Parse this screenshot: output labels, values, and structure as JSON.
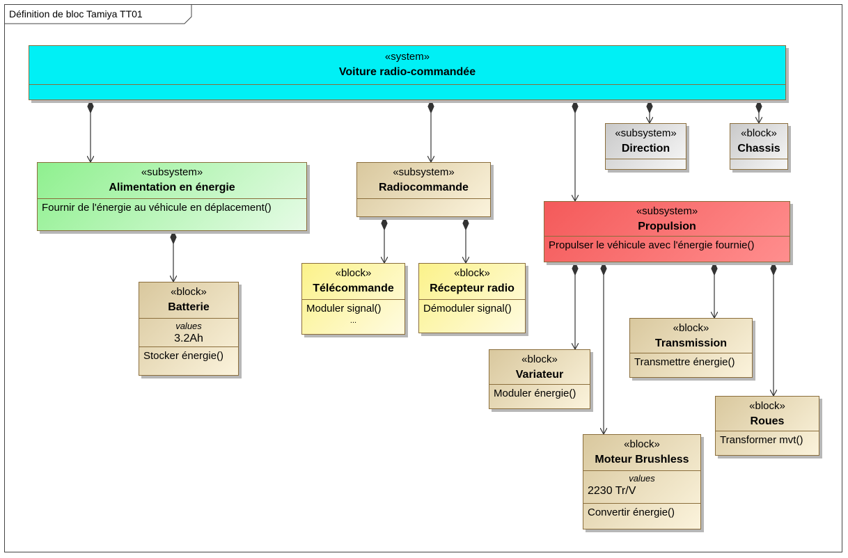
{
  "frame": {
    "title": "Définition de bloc Tamiya TT01"
  },
  "blocks": {
    "voiture": {
      "stereotype": "«system»",
      "name": "Voiture radio-commandée"
    },
    "alimentation": {
      "stereotype": "«subsystem»",
      "name": "Alimentation en énergie",
      "operation": "Fournir de l'énergie au véhicule en déplacement()"
    },
    "radiocommande": {
      "stereotype": "«subsystem»",
      "name": "Radiocommande"
    },
    "direction": {
      "stereotype": "«subsystem»",
      "name": "Direction"
    },
    "chassis": {
      "stereotype": "«block»",
      "name": "Chassis"
    },
    "propulsion": {
      "stereotype": "«subsystem»",
      "name": "Propulsion",
      "operation": "Propulser le véhicule avec l'énergie fournie()"
    },
    "batterie": {
      "stereotype": "«block»",
      "name": "Batterie",
      "values_label": "values",
      "value": "3.2Ah",
      "operation": "Stocker énergie()"
    },
    "telecommande": {
      "stereotype": "«block»",
      "name": "Télécommande",
      "operation": "Moduler signal()",
      "more": "..."
    },
    "recepteur": {
      "stereotype": "«block»",
      "name": "Récepteur radio",
      "operation": "Démoduler signal()"
    },
    "transmission": {
      "stereotype": "«block»",
      "name": "Transmission",
      "operation": "Transmettre énergie()"
    },
    "variateur": {
      "stereotype": "«block»",
      "name": "Variateur",
      "operation": "Moduler énergie()"
    },
    "roues": {
      "stereotype": "«block»",
      "name": "Roues",
      "operation": "Transformer mvt()"
    },
    "moteur": {
      "stereotype": "«block»",
      "name": "Moteur Brushless",
      "values_label": "values",
      "value": "2230 Tr/V",
      "operation": "Convertir énergie()"
    }
  },
  "colors": {
    "system": "#00f0f5",
    "power_subsystem": "#8ff08f",
    "propulsion_subsystem": "#f45a5a",
    "block": "#d9c89e",
    "radio_block": "#fbf28a",
    "external_block": "#c9c9c9",
    "border": "#8a6d3b"
  }
}
